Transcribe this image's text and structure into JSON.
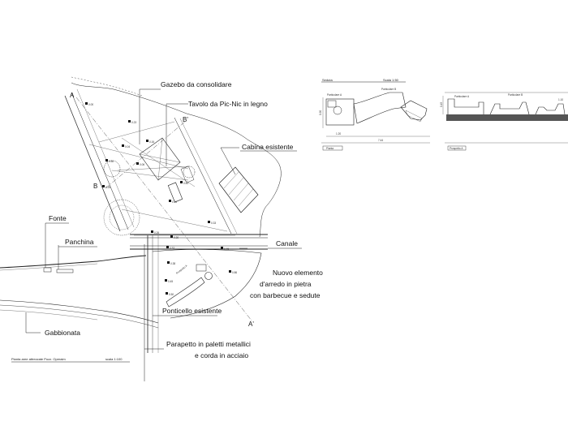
{
  "plan": {
    "labels": {
      "gazebo": "Gazebo da consolidare",
      "tavolo": "Tavolo da Pic-Nic in legno",
      "cabina": "Cabina esistente",
      "fonte": "Fonte",
      "panchina": "Panchina",
      "canale": "Canale",
      "nuovo": [
        "Nuovo elemento",
        "d'arredo in pietra",
        "con barbecue e sedute"
      ],
      "ponticello": "Ponticello esistente",
      "parapetto": [
        "Parapetto in paletti metallici",
        "e corda in acciaio"
      ],
      "gabbionata": "Gabbionata"
    },
    "section_marks": {
      "a": "A",
      "a_prime": "A'",
      "b": "B",
      "b_prime": "B'"
    },
    "prospetto_label": "Prospetto A",
    "title_block": {
      "title": "Pianta aree attrezzate Pozz. Operaim",
      "scale": "scala 1:100"
    },
    "elevations": [
      "0.00",
      "0.23",
      "0.16",
      "0.30",
      "0.06",
      "0.04",
      "0.43",
      "0.25",
      "0.11",
      "0.33",
      "0.26",
      "0.30",
      "0.45",
      "0.53",
      "0.38",
      "0.45",
      "0.50",
      "0.86"
    ]
  },
  "seduta": {
    "title": "Seduta",
    "scale": "Scala 1:50",
    "particolare_a": "Particolare A",
    "particolare_b": "Particolare B",
    "pianta_tag": "Pianta",
    "prospetto_tag": "Prospetto A",
    "dims": [
      "1.20",
      "7.44",
      "0.90",
      "0.45",
      "1.10"
    ]
  }
}
